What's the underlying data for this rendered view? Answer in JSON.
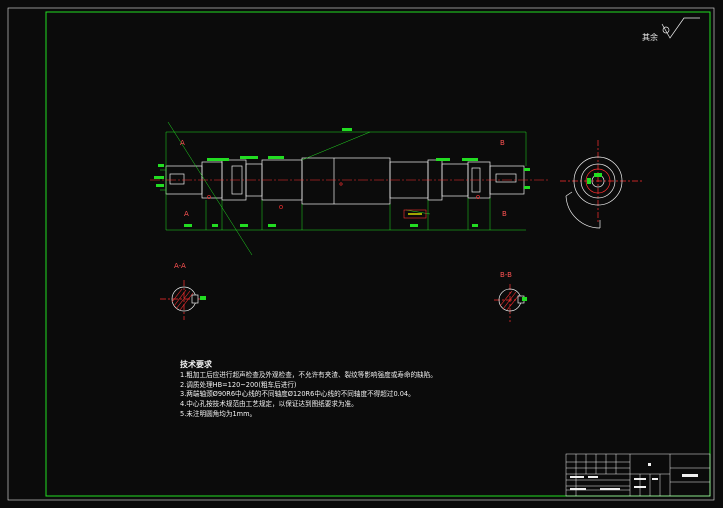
{
  "drawing": {
    "roughness_label": "其余",
    "section_labels": {
      "section_aa": "A-A",
      "section_bb": "B-B",
      "marker_a_top": "A",
      "marker_a_bottom": "A",
      "marker_b_top": "B",
      "marker_b_bottom": "B"
    },
    "tech_requirements": {
      "title": "技术要求",
      "items": [
        "1.粗加工后应进行超声检查及外观检查，不允许有夹渣、裂纹等影响强度或寿命的缺陷。",
        "2.调质处理HB=120~200(粗车后进行)",
        "3.两端轴颈Ø90R6中心线的不同轴度Ø120R6中心线的不同轴度不得超过0.04。",
        "4.中心孔按技术规范由工艺规定，以保证达到图纸要求为准。",
        "5.未注明圆角均为1mm。"
      ]
    },
    "colors": {
      "border": "#22dd22",
      "outline": "#f0f0f0",
      "center_line": "#ff3030",
      "dimension": "#22dd22",
      "hatch": "#ff3030",
      "highlight": "#e6e600",
      "background": "#0b0b0b"
    }
  }
}
